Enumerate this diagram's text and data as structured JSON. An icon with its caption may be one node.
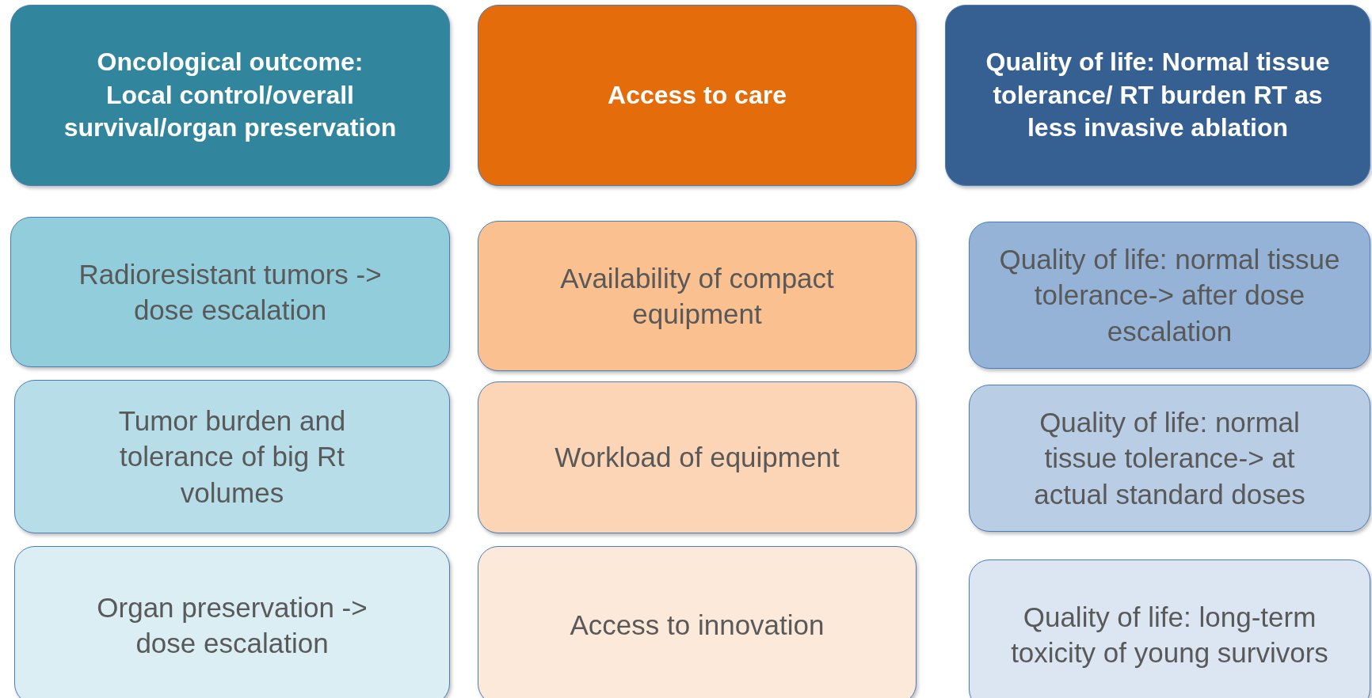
{
  "diagram": {
    "nodes": [
      {
        "text": [
          "Oncological outcome: Local control/overall survival/organ preservation"
        ]
      },
      {
        "text": [
          "Access to care"
        ]
      },
      {
        "text": [
          "Quality of life: Normal tissue tolerance/ RT burden RT as less invasive ablation"
        ]
      },
      {
        "text": [
          "Radioresistant tumors -> dose escalation"
        ]
      },
      {
        "text": [
          "Availability of compact equipment"
        ]
      },
      {
        "text": [
          "Quality of life: normal tissue tolerance-> after dose escalation"
        ]
      },
      {
        "text": [
          "Tumor burden and tolerance of big Rt volumes"
        ]
      },
      {
        "text": [
          "Workload of equipment"
        ]
      },
      {
        "text": [
          "Quality of life: normal tissue tolerance-> at actual standard doses"
        ]
      },
      {
        "text": [
          "Organ preservation -> dose escalation"
        ]
      },
      {
        "text": [
          "Access to innovation"
        ]
      },
      {
        "text": [
          "Quality of life: long-term toxicity of young survivors"
        ]
      }
    ]
  }
}
